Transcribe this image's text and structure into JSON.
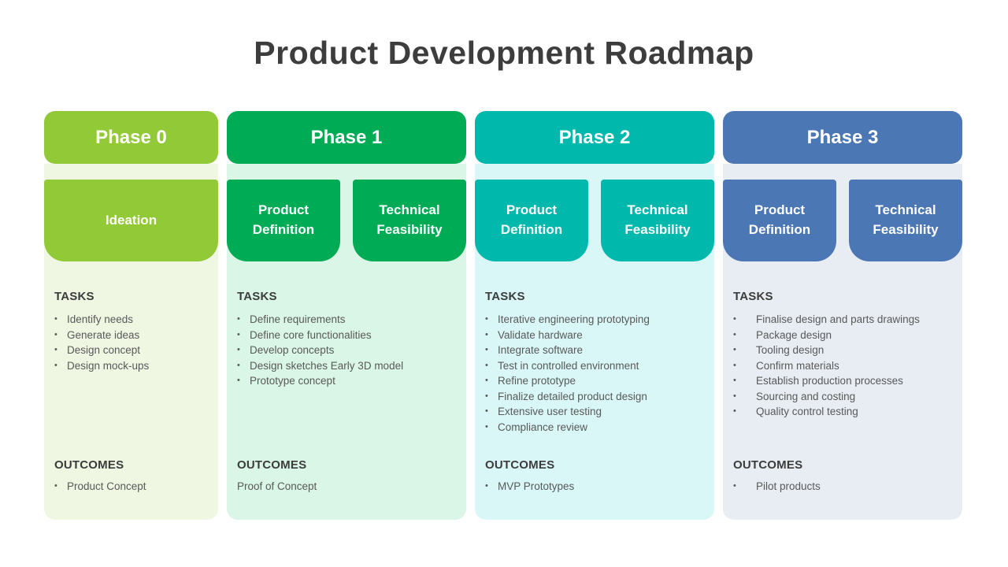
{
  "title": "Product Development Roadmap",
  "sections": {
    "tasks_label": "TASKS",
    "outcomes_label": "OUTCOMES"
  },
  "colors": {
    "title_text": "#3d3d3d",
    "body_text": "#595959",
    "box_text": "#ffffff"
  },
  "phases": [
    {
      "label": "Phase 0",
      "accent_color": "#92C937",
      "panel_color": "#EFF6E2",
      "sub_boxes": [
        "Ideation"
      ],
      "tasks": [
        "Identify needs",
        "Generate ideas",
        "Design concept",
        "Design mock-ups"
      ],
      "outcomes": [
        {
          "text": "Product Concept",
          "bullet": true
        }
      ],
      "bullet_indent": "normal"
    },
    {
      "label": "Phase 1",
      "accent_color": "#00AB55",
      "panel_color": "#D9F6E6",
      "sub_boxes": [
        "Product Definition",
        "Technical Feasibility"
      ],
      "tasks": [
        "Define requirements",
        "Define core functionalities",
        "Develop concepts",
        "Design sketches Early 3D model",
        "Prototype concept"
      ],
      "outcomes": [
        {
          "text": "Proof of Concept",
          "bullet": false
        }
      ],
      "bullet_indent": "normal"
    },
    {
      "label": "Phase 2",
      "accent_color": "#00B9AC",
      "panel_color": "#D9F7F7",
      "sub_boxes": [
        "Product Definition",
        "Technical Feasibility"
      ],
      "tasks": [
        "Iterative engineering prototyping",
        "Validate hardware",
        "Integrate software",
        "Test in controlled environment",
        "Refine prototype",
        "Finalize detailed product design",
        "Extensive user testing",
        "Compliance review"
      ],
      "outcomes": [
        {
          "text": "MVP Prototypes",
          "bullet": true
        }
      ],
      "bullet_indent": "normal"
    },
    {
      "label": "Phase 3",
      "accent_color": "#4B77B5",
      "panel_color": "#E8EDF4",
      "sub_boxes": [
        "Product Definition",
        "Technical Feasibility"
      ],
      "tasks": [
        "Finalise design and parts drawings",
        "Package design",
        "Tooling design",
        "Confirm materials",
        "Establish production processes",
        "Sourcing and costing",
        "Quality control testing"
      ],
      "outcomes": [
        {
          "text": "Pilot products",
          "bullet": true
        }
      ],
      "bullet_indent": "wide"
    }
  ]
}
